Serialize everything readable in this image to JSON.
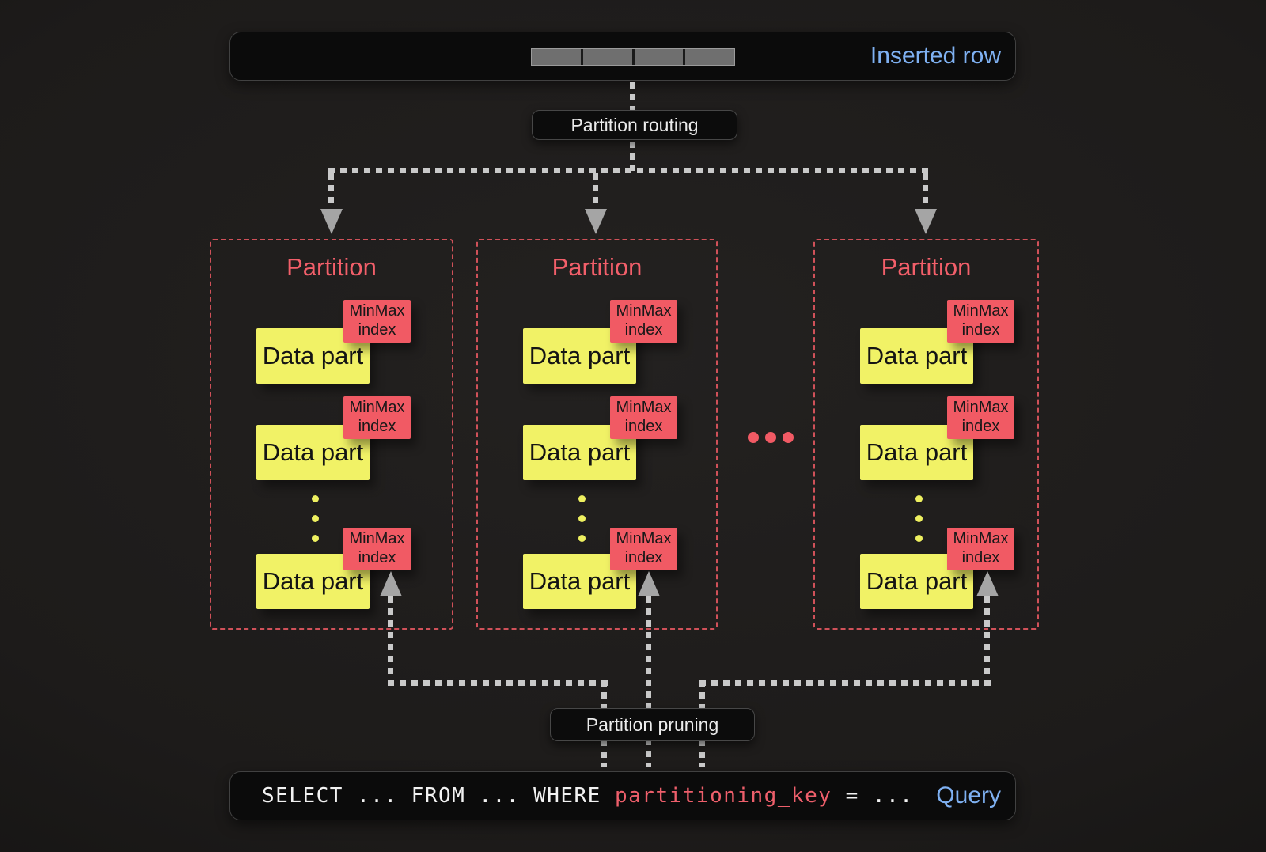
{
  "colors": {
    "background": "#1e1c1b",
    "panel": "#0b0b0b",
    "accent_blue": "#7fb1f2",
    "accent_red": "#f15a64",
    "accent_yellow": "#f1f266",
    "partition_border": "#d05159",
    "dotted_line_gray": "#c9c9c9",
    "arrow_gray": "#a5a5a5"
  },
  "top_bar": {
    "label": "Inserted row",
    "segment_count": 4
  },
  "routing_pill": {
    "label": "Partition routing"
  },
  "pruning_pill": {
    "label": "Partition pruning"
  },
  "partitions": [
    {
      "title": "Partition",
      "parts": [
        {
          "label": "Data part",
          "index_label": "MinMax index"
        },
        {
          "label": "Data part",
          "index_label": "MinMax index"
        },
        {
          "label": "Data part",
          "index_label": "MinMax index"
        }
      ]
    },
    {
      "title": "Partition",
      "parts": [
        {
          "label": "Data part",
          "index_label": "MinMax index"
        },
        {
          "label": "Data part",
          "index_label": "MinMax index"
        },
        {
          "label": "Data part",
          "index_label": "MinMax index"
        }
      ]
    },
    {
      "title": "Partition",
      "parts": [
        {
          "label": "Data part",
          "index_label": "MinMax index"
        },
        {
          "label": "Data part",
          "index_label": "MinMax index"
        },
        {
          "label": "Data part",
          "index_label": "MinMax index"
        }
      ]
    }
  ],
  "more_partitions_ellipsis": "...",
  "query_bar": {
    "code": {
      "before": "SELECT ... FROM ... WHERE ",
      "highlight": "partitioning_key",
      "after": " = ..."
    },
    "label": "Query"
  }
}
